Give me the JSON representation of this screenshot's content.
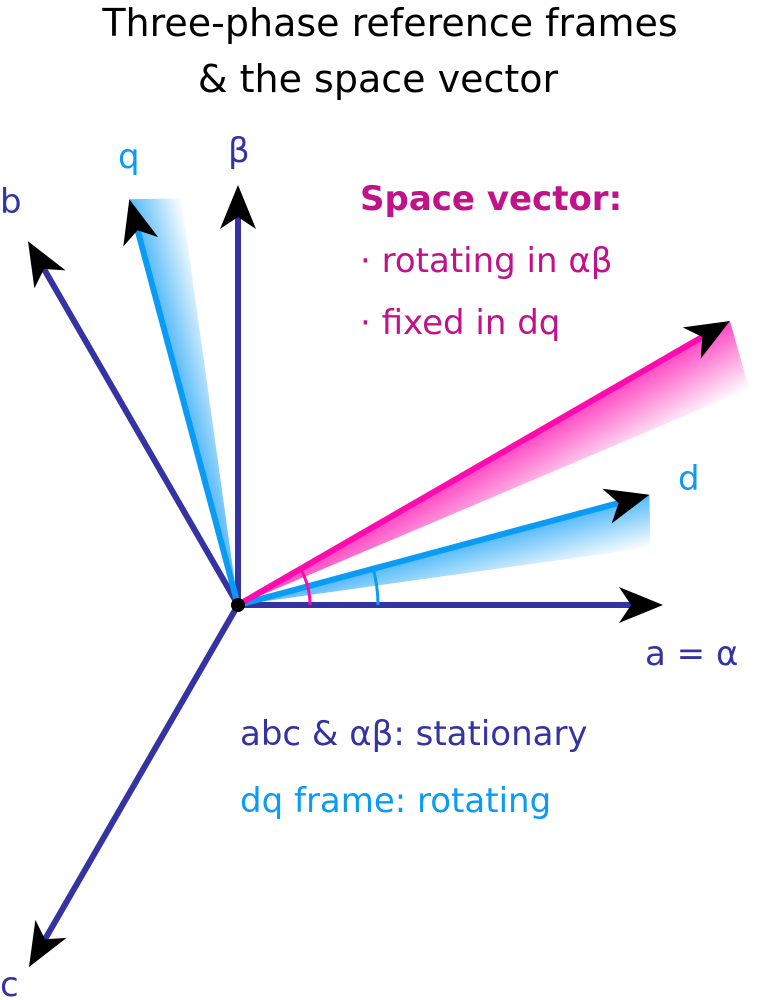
{
  "title": {
    "line1": "Three-phase reference frames",
    "line2": "& the space vector"
  },
  "axes": {
    "a_alpha": "a = α",
    "beta": "β",
    "b": "b",
    "c": "c",
    "q": "q",
    "d": "d"
  },
  "annotation": {
    "heading": "Space vector:",
    "bullet1": "· rotating in αβ",
    "bullet2": "· fixed in dq"
  },
  "legend": {
    "stationary": "abc & αβ: stationary",
    "rotating": "dq frame: rotating"
  },
  "angles_deg": {
    "a": 0,
    "beta": 90,
    "b": 120,
    "c": 240,
    "d": 15,
    "q": 105,
    "space_vector": 30
  },
  "colors": {
    "stationary": "#3433a3",
    "rotating": "#0a9bf5",
    "space_vector": "#ff0aae",
    "heading": "#c1128a",
    "arrowhead": "#000000"
  }
}
